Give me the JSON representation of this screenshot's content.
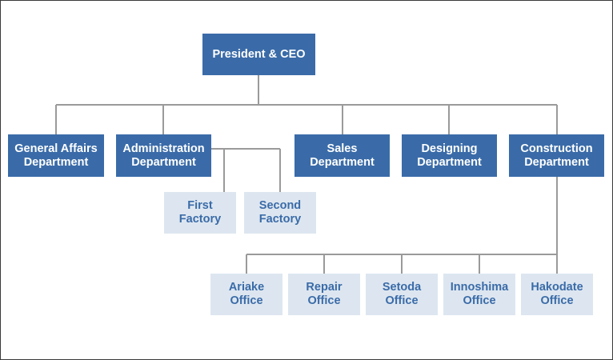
{
  "org_chart": {
    "ceo": {
      "line1": "President & CEO"
    },
    "departments": [
      {
        "line1": "General Affairs",
        "line2": "Department"
      },
      {
        "line1": "Administration",
        "line2": "Department"
      },
      {
        "line1": "Sales",
        "line2": "Department"
      },
      {
        "line1": "Designing",
        "line2": "Department"
      },
      {
        "line1": "Construction",
        "line2": "Department"
      }
    ],
    "factories": [
      {
        "line1": "First",
        "line2": "Factory"
      },
      {
        "line1": "Second",
        "line2": "Factory"
      }
    ],
    "offices": [
      {
        "line1": "Ariake",
        "line2": "Office"
      },
      {
        "line1": "Repair",
        "line2": "Office"
      },
      {
        "line1": "Setoda",
        "line2": "Office"
      },
      {
        "line1": "Innoshima",
        "line2": "Office"
      },
      {
        "line1": "Hakodate",
        "line2": "Office"
      }
    ]
  },
  "colors": {
    "primary_box": "#3a6ba8",
    "light_box": "#dde6f0",
    "connector": "#9a9a9a",
    "border": "#3a3a3a"
  }
}
